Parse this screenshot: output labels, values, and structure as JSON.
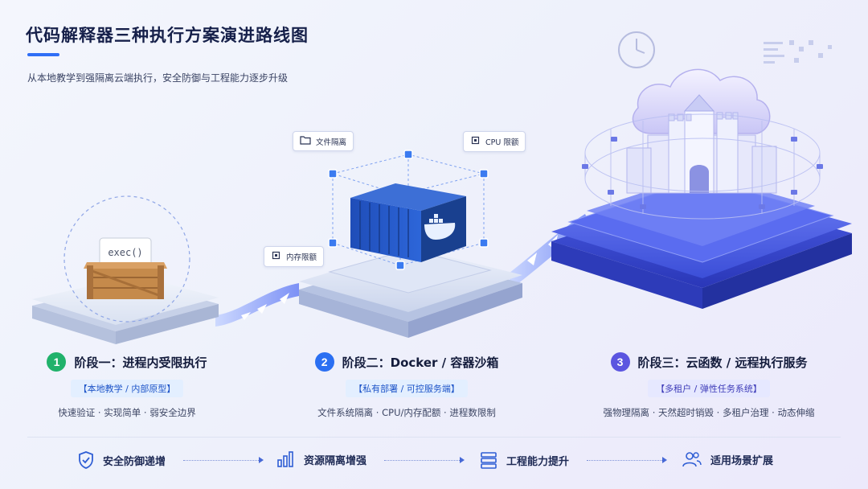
{
  "title": "代码解释器三种执行方案演进路线图",
  "subtitle": "从本地教学到强隔离云端执行，安全防御与工程能力逐步升级",
  "colors": {
    "accent": "#2f6ef6",
    "stage1": "#20b26b",
    "stage2": "#2a6ff2",
    "stage3": "#5b55e0"
  },
  "art": {
    "box_label": "exec()",
    "callouts": {
      "fs": "文件隔离",
      "cpu": "CPU 限额",
      "mem": "内存限额"
    }
  },
  "stages": [
    {
      "num": "1",
      "name": "阶段一：进程内受限执行",
      "tag": "【本地教学 / 内部原型】",
      "desc": "快速验证 · 实现简单 · 弱安全边界"
    },
    {
      "num": "2",
      "name": "阶段二：Docker / 容器沙箱",
      "tag": "【私有部署 / 可控服务端】",
      "desc": "文件系统隔离 · CPU/内存配额 · 进程数限制"
    },
    {
      "num": "3",
      "name": "阶段三：云函数 / 远程执行服务",
      "tag": "【多租户 / 弹性任务系统】",
      "desc": "强物理隔离 · 天然超时销毁 · 多租户治理 · 动态伸缩"
    }
  ],
  "bottom": [
    {
      "label": "安全防御递增",
      "icon": "shield-icon"
    },
    {
      "label": "资源隔离增强",
      "icon": "bar-chart-icon"
    },
    {
      "label": "工程能力提升",
      "icon": "server-icon"
    },
    {
      "label": "适用场景扩展",
      "icon": "users-icon"
    }
  ]
}
